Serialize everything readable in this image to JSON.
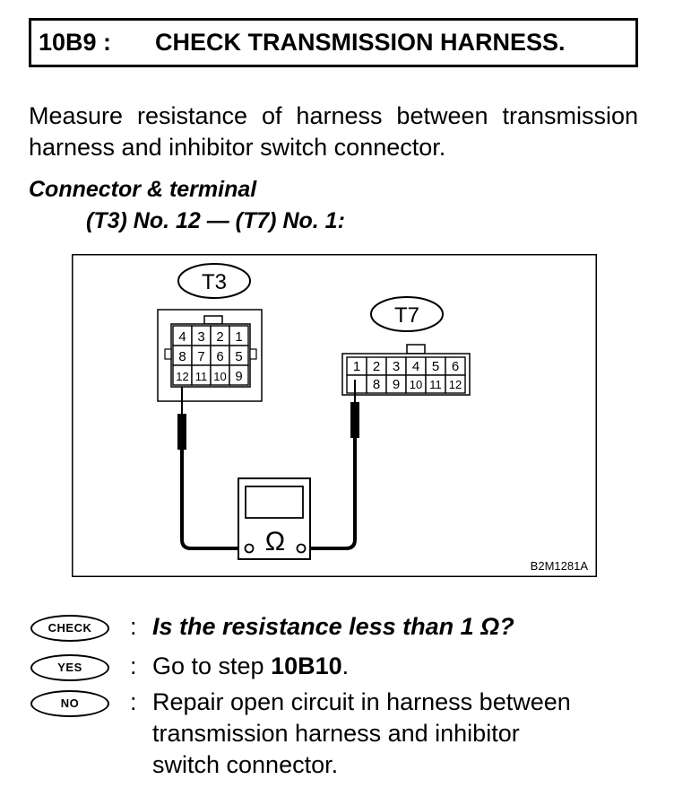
{
  "step": {
    "code": "10B9 :",
    "title": "CHECK TRANSMISSION HARNESS."
  },
  "intro": "Measure resistance of harness between transmission harness and inhibitor switch connector.",
  "connector": {
    "heading": "Connector & terminal",
    "spec": "(T3) No. 12 — (T7) No. 1:"
  },
  "diagram": {
    "t3_label": "T3",
    "t7_label": "T7",
    "t3_pins_row1": [
      "4",
      "3",
      "2",
      "1"
    ],
    "t3_pins_row2": [
      "8",
      "7",
      "6",
      "5"
    ],
    "t3_pins_row3": [
      "12",
      "11",
      "10",
      "9"
    ],
    "t7_pins_row1": [
      "1",
      "2",
      "3",
      "4",
      "5",
      "6"
    ],
    "t7_pins_row2": [
      "",
      "8",
      "9",
      "10",
      "11",
      "12"
    ],
    "meter_symbol": "Ω",
    "figure_code": "B2M1281A"
  },
  "check": {
    "badge": "CHECK",
    "colon": ":",
    "question": "Is the resistance less than 1 Ω?"
  },
  "yes": {
    "badge": "YES",
    "colon": ":",
    "prefix": "Go to step ",
    "target": "10B10",
    "suffix": "."
  },
  "no": {
    "badge": "NO",
    "colon": ":",
    "line1": "Repair open circuit in harness between",
    "line2": "transmission harness and inhibitor",
    "line3": "switch connector."
  }
}
